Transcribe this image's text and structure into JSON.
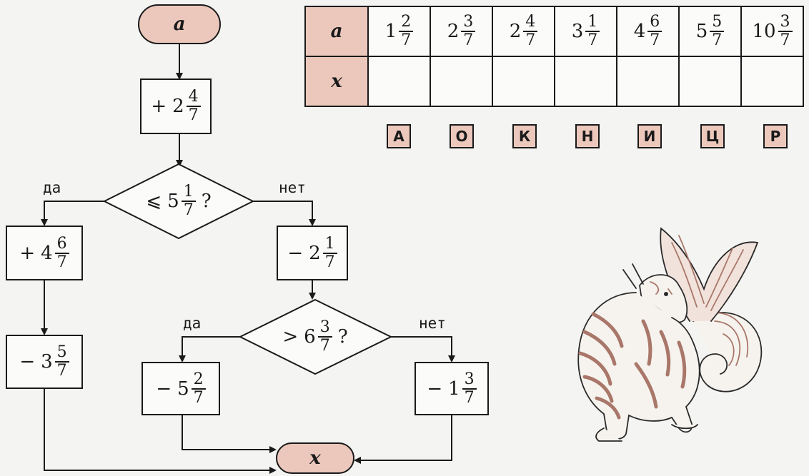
{
  "flowchart": {
    "start_label": "a",
    "end_label": "x",
    "step1": {
      "sign": "+",
      "whole": "2",
      "num": "4",
      "den": "7"
    },
    "cond1": {
      "sign": "⩽",
      "whole": "5",
      "num": "1",
      "den": "7",
      "q": "?"
    },
    "cond1_yes": "да",
    "cond1_no": "нет",
    "left1": {
      "sign": "+",
      "whole": "4",
      "num": "6",
      "den": "7"
    },
    "left2": {
      "sign": "−",
      "whole": "3",
      "num": "5",
      "den": "7"
    },
    "right1": {
      "sign": "−",
      "whole": "2",
      "num": "1",
      "den": "7"
    },
    "cond2": {
      "sign": ">",
      "whole": "6",
      "num": "3",
      "den": "7",
      "q": "?"
    },
    "cond2_yes": "да",
    "cond2_no": "нет",
    "right_yes": {
      "sign": "−",
      "whole": "5",
      "num": "2",
      "den": "7"
    },
    "right_no": {
      "sign": "−",
      "whole": "1",
      "num": "3",
      "den": "7"
    }
  },
  "table": {
    "row_a_label": "a",
    "row_x_label": "x",
    "values": [
      {
        "whole": "1",
        "num": "2",
        "den": "7"
      },
      {
        "whole": "2",
        "num": "3",
        "den": "7"
      },
      {
        "whole": "2",
        "num": "4",
        "den": "7"
      },
      {
        "whole": "3",
        "num": "1",
        "den": "7"
      },
      {
        "whole": "4",
        "num": "6",
        "den": "7"
      },
      {
        "whole": "5",
        "num": "5",
        "den": "7"
      },
      {
        "whole": "10",
        "num": "3",
        "den": "7"
      }
    ],
    "x_values": [
      "",
      "",
      "",
      "",
      "",
      "",
      ""
    ]
  },
  "letters": [
    "А",
    "О",
    "К",
    "Н",
    "И",
    "Ц",
    "Р"
  ],
  "colors": {
    "accent": "#ecc8bc",
    "ink": "#1a1a1a",
    "stripe": "#a9776a"
  }
}
